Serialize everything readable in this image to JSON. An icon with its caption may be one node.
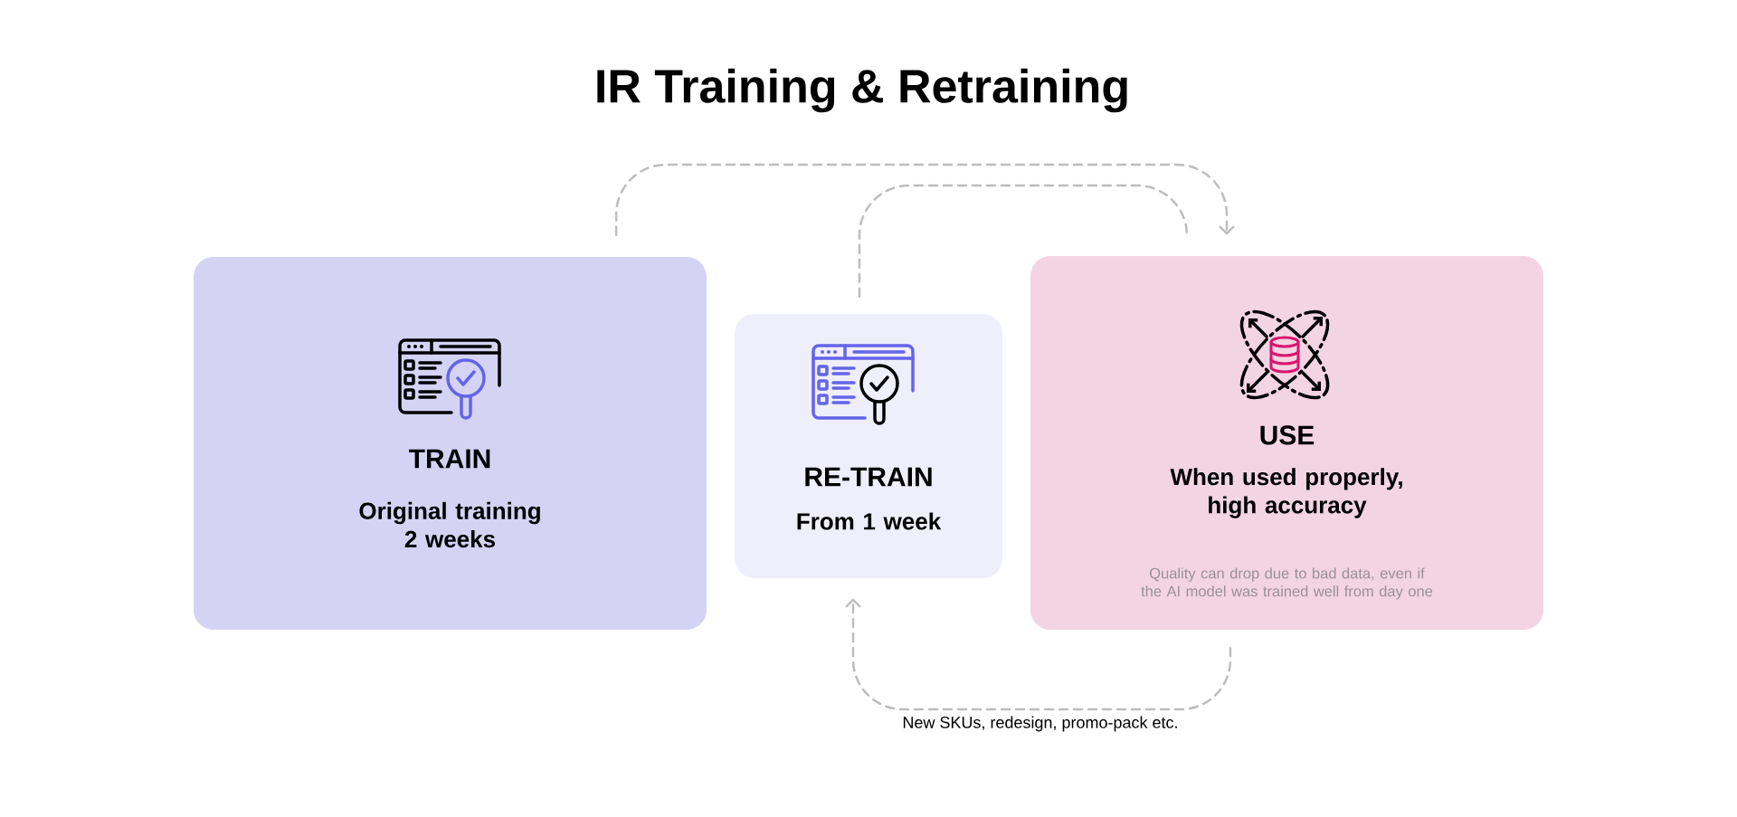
{
  "diagram": {
    "title": "IR Training & Retraining",
    "nodes": [
      {
        "text": [
          "TRAIN",
          "Original training 2 weeks"
        ]
      },
      {
        "text": [
          "RE-TRAIN",
          "From 1 week"
        ]
      },
      {
        "text": [
          "USE",
          "When used properly, high accuracy",
          "Quality can drop due to bad data, even if the AI model was trained well from day one"
        ]
      }
    ],
    "edges": [
      {
        "from": 0,
        "to": 2,
        "arrow": "to",
        "style": "dashed"
      },
      {
        "from": 1,
        "to": 2,
        "arrow": "none",
        "style": "dashed"
      },
      {
        "from": 2,
        "to": 1,
        "arrow": "to",
        "style": "dashed",
        "label": "New SKUs, redesign, promo-pack etc."
      }
    ]
  }
}
